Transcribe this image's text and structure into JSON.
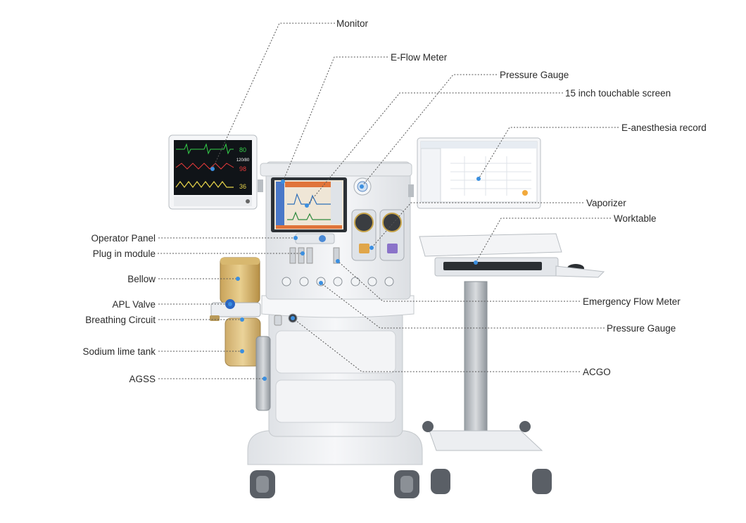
{
  "labels": {
    "monitor": "Monitor",
    "e_flow_meter": "E-Flow Meter",
    "pressure_gauge_top": "Pressure Gauge",
    "touch_screen": "15 inch touchable screen",
    "e_anesthesia_record": "E-anesthesia record",
    "vaporizer": "Vaporizer",
    "worktable": "Worktable",
    "operator_panel": "Operator Panel",
    "plug_in_module": "Plug in module",
    "bellow": "Bellow",
    "apl_valve": "APL Valve",
    "breathing_circuit": "Breathing Circuit",
    "sodium_lime_tank": "Sodium lime tank",
    "agss": "AGSS",
    "emergency_flow_meter": "Emergency Flow Meter",
    "pressure_gauge_bottom": "Pressure Gauge",
    "acgo": "ACGO"
  },
  "monitor_readouts": [
    "80",
    "120/80",
    "98",
    "36"
  ],
  "colors": {
    "leader_line": "#555555",
    "callout_dot": "#3b8fe0",
    "machine_body": "#eef0f3",
    "screen_bg": "#101418"
  }
}
